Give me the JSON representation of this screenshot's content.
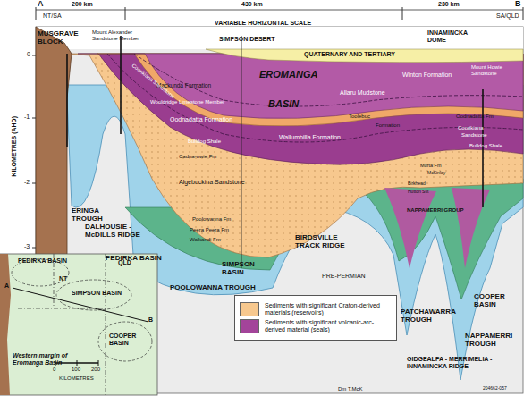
{
  "diagram": {
    "labels": [
      "A",
      "NT/SA",
      "200 km",
      "430 km",
      "230 km",
      "B",
      "SA/QLD",
      "VARIABLE HORIZONTAL SCALE",
      "MUSGRAVE BLOCK",
      "Mount Alexander Sandstone Member",
      "SIMPSON DESERT",
      "INNAMINCKA DOME",
      "QUATERNARY AND TERTIARY",
      "Mount Howie Sandstone",
      "EROMANGA",
      "Winton Formation",
      "Mackunda Formation",
      "Allaru Mudstone",
      "Coorikiana Sandstone",
      "Toolebuc",
      "Formation",
      "Oodnadatta Fm",
      "Wooldridge Limestone Member",
      "Wallumbilla Formation",
      "BASIN",
      "Coorikiana",
      "Sandstone",
      "Oodnadatta Formation",
      "Bulldog Shale",
      "Bulldog Shale",
      "Cadna-owie Fm",
      "Algebuckina Sandstone",
      "Murta Fm",
      "McKinlay",
      "Birkhead",
      "Hutton Sst",
      "Poolowanna Fm",
      "Peera Peera Fm",
      "Walkandi Fm",
      "NAPPAMERRI GROUP",
      "KILOMETRES (AHD)",
      "0",
      "-1",
      "-2",
      "-3",
      "ERINGA TROUGH",
      "DALHOUSIE - McDILLS RIDGE",
      "PEDIRKA BASIN",
      "BIRDSVILLE TRACK RIDGE",
      "SIMPSON BASIN",
      "POOLOWANNA TROUGH",
      "PRE-PERMIAN",
      "PATCHAWARRA TROUGH",
      "GIDGEALPA - MERRIMELIA - INNAMINCKA RIDGE",
      "NAPPAMERRI TROUGH",
      "COOPER BASIN",
      "PEDIRKA BASIN",
      "NT",
      "QLD",
      "SIMPSON BASIN",
      "Western margin of Eromanga Basin",
      "0",
      "100",
      "200",
      "KILOMETRES",
      "COOPER BASIN",
      "A",
      "B",
      "Dm T.McK",
      "204662-057"
    ],
    "legend": [
      {
        "text": "Sediments with significant Craton-derived materials (reservoirs)",
        "color": "#f7c88e"
      },
      {
        "text": "Sediments with significant volcanic-arc-derived material (seals)",
        "color": "#a3449a"
      }
    ]
  }
}
